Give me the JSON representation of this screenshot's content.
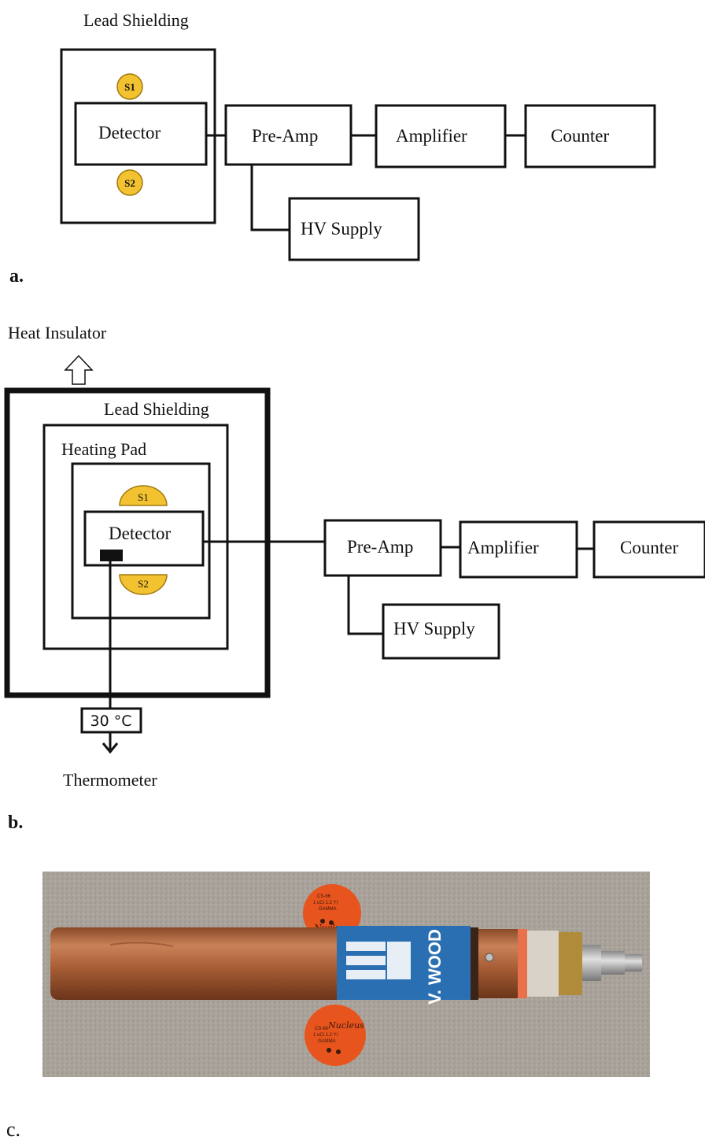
{
  "panel_a": {
    "title": "Lead Shielding",
    "detector": "Detector",
    "source1": "S1",
    "source2": "S2",
    "preamp": "Pre-Amp",
    "amplifier": "Amplifier",
    "counter": "Counter",
    "hv_supply": "HV Supply",
    "panel_label": "a."
  },
  "panel_b": {
    "heat_insulator": "Heat Insulator",
    "lead_shielding": "Lead Shielding",
    "heating_pad": "Heating Pad",
    "detector": "Detector",
    "source1": "S1",
    "source2": "S2",
    "preamp": "Pre-Amp",
    "amplifier": "Amplifier",
    "counter": "Counter",
    "hv_supply": "HV Supply",
    "temperature": "30 °C",
    "thermometer": "Thermometer",
    "panel_label": "b."
  },
  "panel_c": {
    "label_text": "V. WOOD",
    "panel_label": "c."
  },
  "colors": {
    "source_fill": "#f2c230",
    "source_stroke": "#a07a10",
    "copper": "#b06a3e",
    "blue_label": "#2a6fb2",
    "orange_disc": "#e8541e",
    "background_carpet": "#a9a19a"
  }
}
